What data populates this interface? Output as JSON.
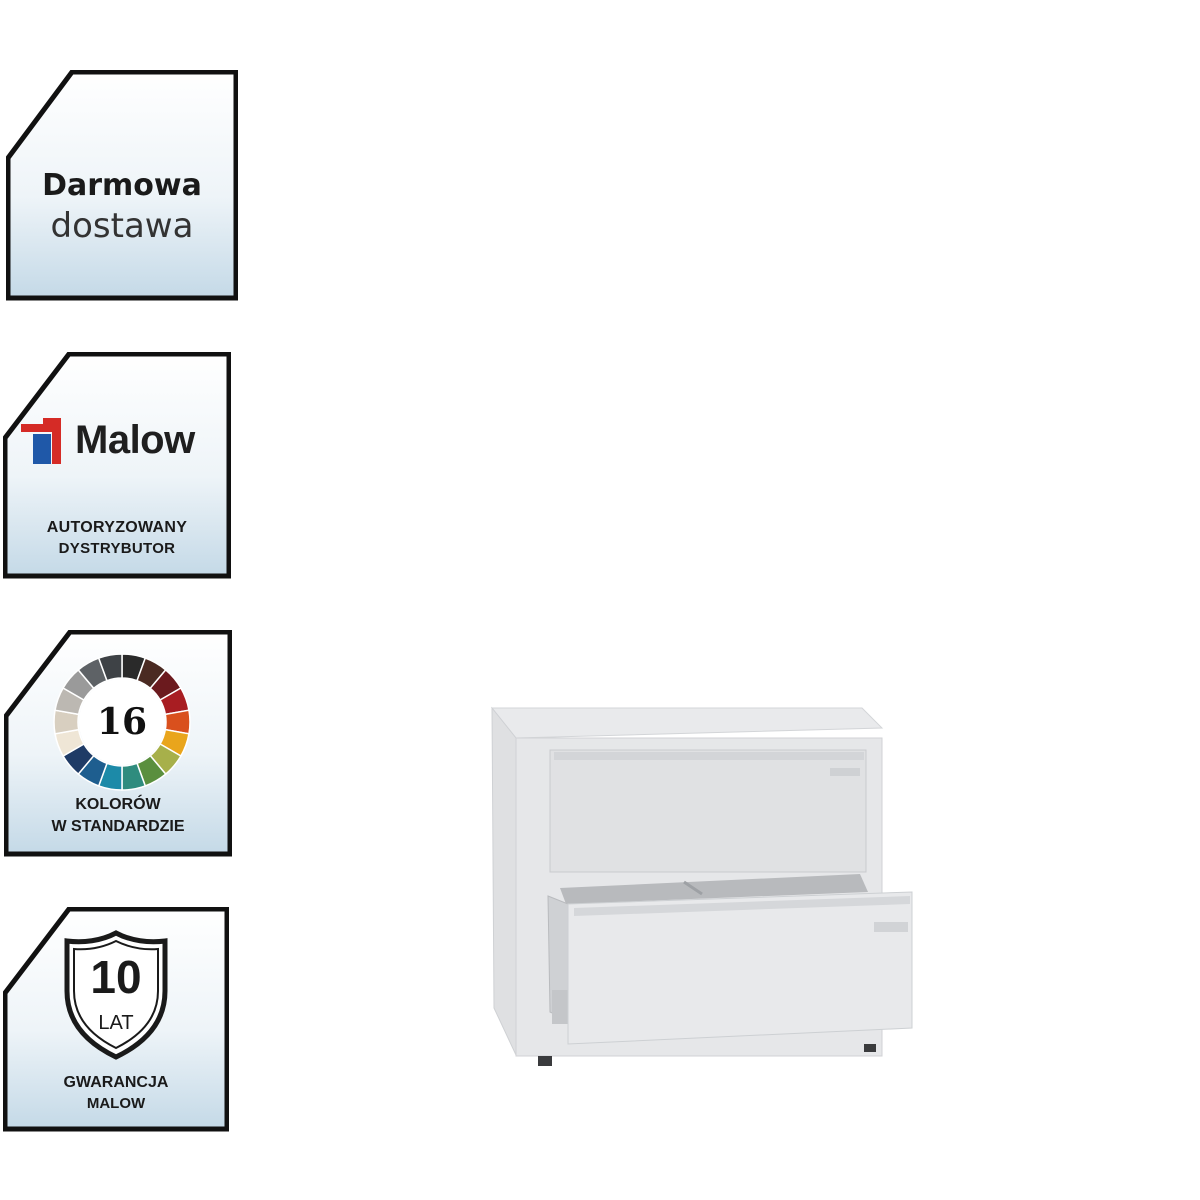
{
  "badges": {
    "delivery": {
      "line1": "Darmowa",
      "line2": "dostawa"
    },
    "distributor": {
      "brand": "Malow",
      "line1": "AUTORYZOWANY",
      "line2": "DYSTRYBUTOR",
      "logo_icon": "malow-logo-icon"
    },
    "colors": {
      "number": "16",
      "line1": "KOLORÓW",
      "line2": "W STANDARDZIE",
      "wheel_colors": [
        "#2a2a2a",
        "#4a2a22",
        "#6b1a1e",
        "#a81d22",
        "#d9501d",
        "#e9a51c",
        "#a7b04a",
        "#5a8f3e",
        "#2f8c7e",
        "#1c8aa8",
        "#1e5e8f",
        "#1f3b66",
        "#efe6d6",
        "#d8cfc0",
        "#bcb8b2",
        "#9a9a9a",
        "#5e6266",
        "#3e4246"
      ]
    },
    "warranty": {
      "years": "10",
      "unit": "LAT",
      "line1": "GWARANCJA",
      "line2": "MALOW"
    }
  },
  "colors": {
    "frame": "#111111",
    "badge_bg_top": "#ffffff",
    "badge_bg_bottom": "#c7dbe8",
    "cabinet": "#e4e5e7",
    "malow_red": "#d52b26",
    "malow_blue": "#1f58a8"
  }
}
